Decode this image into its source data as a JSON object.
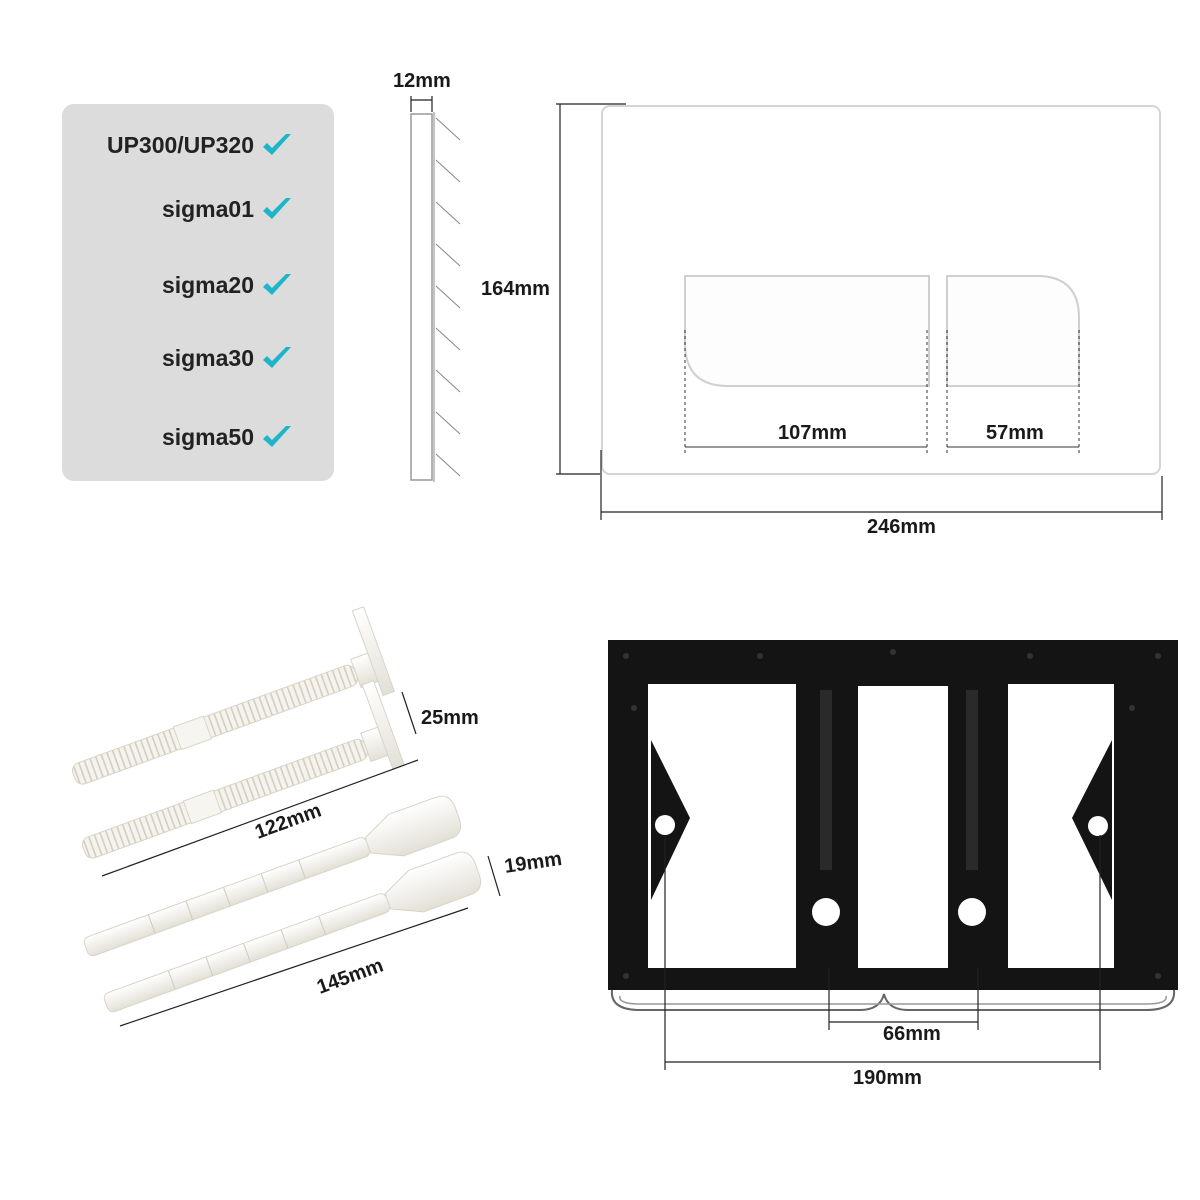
{
  "compatibility": [
    {
      "label": "UP300/UP320",
      "checked": true
    },
    {
      "label": "sigma01",
      "checked": true
    },
    {
      "label": "sigma20",
      "checked": true
    },
    {
      "label": "sigma30",
      "checked": true
    },
    {
      "label": "sigma50",
      "checked": true
    }
  ],
  "dimensions": {
    "thickness": "12mm",
    "plate_height": "164mm",
    "plate_width": "246mm",
    "large_button": "107mm",
    "small_button": "57mm",
    "bolt_short_diameter": "25mm",
    "bolt_short_length": "122mm",
    "bolt_long_diameter": "19mm",
    "bolt_long_length": "145mm",
    "frame_inner_spacing": "66mm",
    "frame_outer_spacing": "190mm"
  },
  "colors": {
    "check": "#1fb5c9",
    "panel": "#dcdcdc",
    "frame": "#111111",
    "plate": "#ffffff",
    "bolt": "#f3f1ea"
  }
}
